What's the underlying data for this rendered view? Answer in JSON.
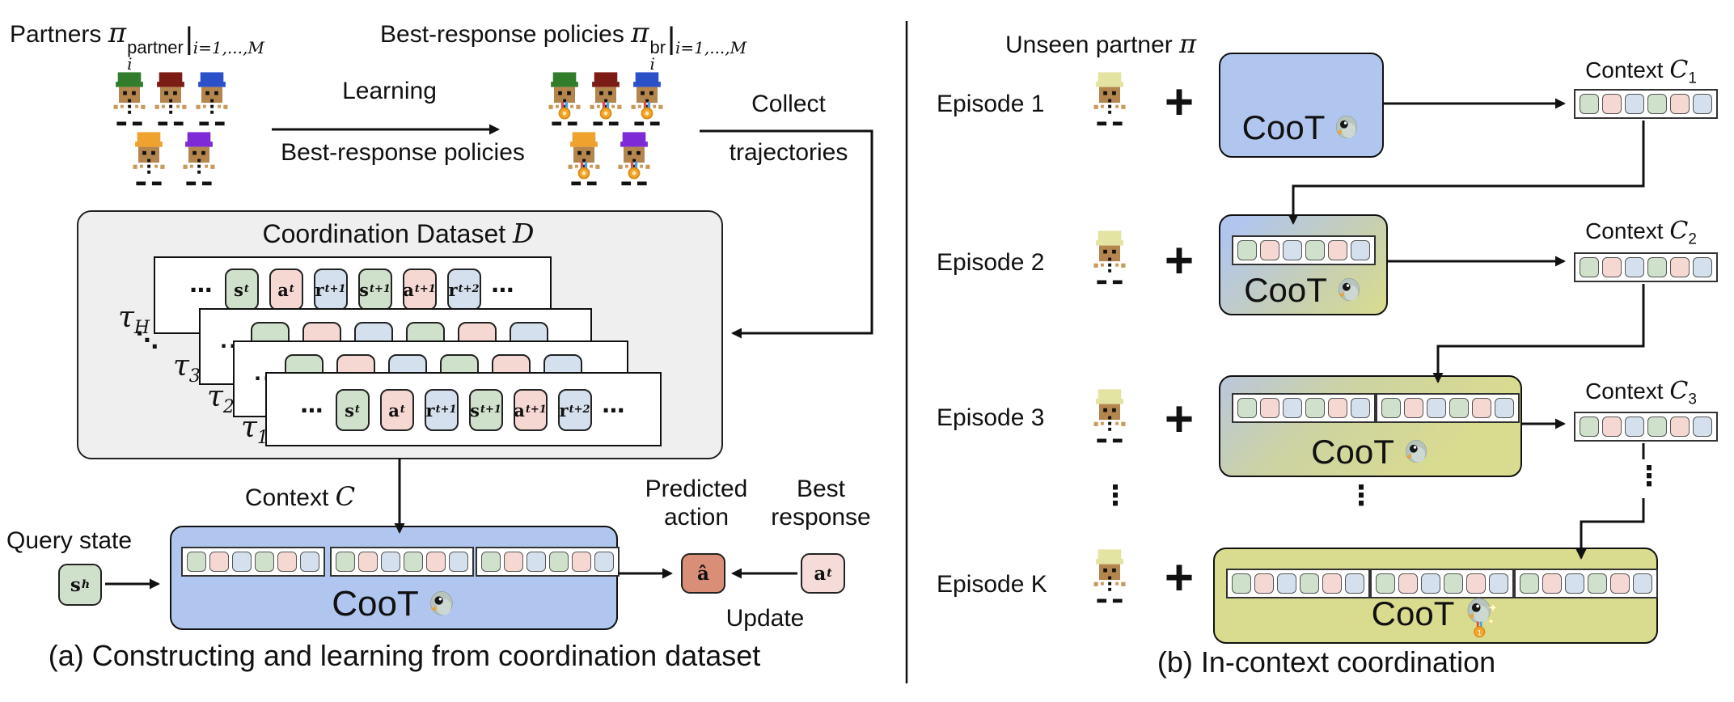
{
  "colors": {
    "token_state": "#cfe0cb",
    "token_action": "#f6d8d3",
    "token_reward": "#d4e0ed",
    "coot_blue": "#b1c6ee",
    "coot_olive": "#d9dc8e",
    "predicted_action_fill": "#d98e78",
    "best_response_fill": "#f6dcd8",
    "dataset_fill": "#efefef"
  },
  "small_strip_pattern": [
    "state",
    "action",
    "reward",
    "state",
    "action",
    "reward"
  ],
  "panel_a": {
    "partners_label": {
      "text": "Partners",
      "symbol": "π",
      "sub": "i",
      "sup": "partner",
      "bar": "|",
      "range": "i=1,...,M"
    },
    "br_label": {
      "text": "Best-response policies",
      "symbol": "π",
      "sub": "i",
      "sup": "br",
      "bar": "|",
      "range": "i=1,...,M"
    },
    "learning_arrow": {
      "line1": "Learning",
      "line2": "Best-response policies"
    },
    "collect_arrow": {
      "line1": "Collect",
      "line2": "trajectories"
    },
    "dataset": {
      "title": "Coordination Dataset",
      "symbol": "D",
      "ellipsis": "⋯",
      "partial_dots": "..",
      "diag_dots": "⋱",
      "tau": [
        {
          "base": "τ",
          "sub": "H"
        },
        {
          "base": "τ",
          "sub": "3"
        },
        {
          "base": "τ",
          "sub": "2"
        },
        {
          "base": "τ",
          "sub": "1"
        }
      ],
      "tokens": [
        {
          "base": "s",
          "sub": "t"
        },
        {
          "base": "a",
          "sub": "t"
        },
        {
          "base": "r",
          "sub": "t+1"
        },
        {
          "base": "s",
          "sub": "t+1"
        },
        {
          "base": "a",
          "sub": "t+1"
        },
        {
          "base": "r",
          "sub": "t+2"
        }
      ]
    },
    "query": {
      "label": "Query state",
      "token_base": "s",
      "token_sub": "h"
    },
    "context": {
      "label": "Context",
      "symbol": "C"
    },
    "coot_label": "CooT",
    "predicted": {
      "line1": "Predicted",
      "line2": "action",
      "token": "â"
    },
    "best": {
      "line1": "Best",
      "line2": "response",
      "token_base": "a",
      "token_sub": "t"
    },
    "update_label": "Update",
    "caption": "(a) Constructing and learning from coordination dataset"
  },
  "panel_b": {
    "unseen_label": {
      "text": "Unseen partner",
      "symbol": "π"
    },
    "plus": "+",
    "coot_label": "CooT",
    "episodes": [
      {
        "label": "Episode 1"
      },
      {
        "label": "Episode 2"
      },
      {
        "label": "Episode 3"
      },
      {
        "label": "Episode K"
      }
    ],
    "contexts": [
      {
        "label": "Context",
        "symbol": "C",
        "sub": "1"
      },
      {
        "label": "Context",
        "symbol": "C",
        "sub": "2"
      },
      {
        "label": "Context",
        "symbol": "C",
        "sub": "3"
      }
    ],
    "vdots": "⋮",
    "caption": "(b) In-context coordination"
  }
}
